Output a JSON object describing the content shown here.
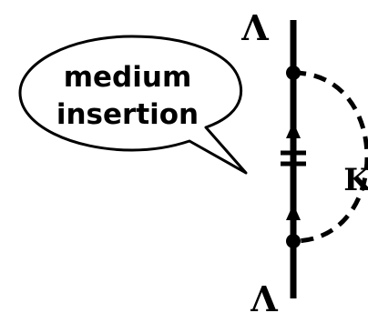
{
  "labels": {
    "top_particle": "Λ",
    "bottom_particle": "Λ",
    "loop_particle": "K",
    "callout_line1": "medium",
    "callout_line2": "insertion"
  },
  "colors": {
    "ink": "#000000",
    "background": "#ffffff"
  }
}
